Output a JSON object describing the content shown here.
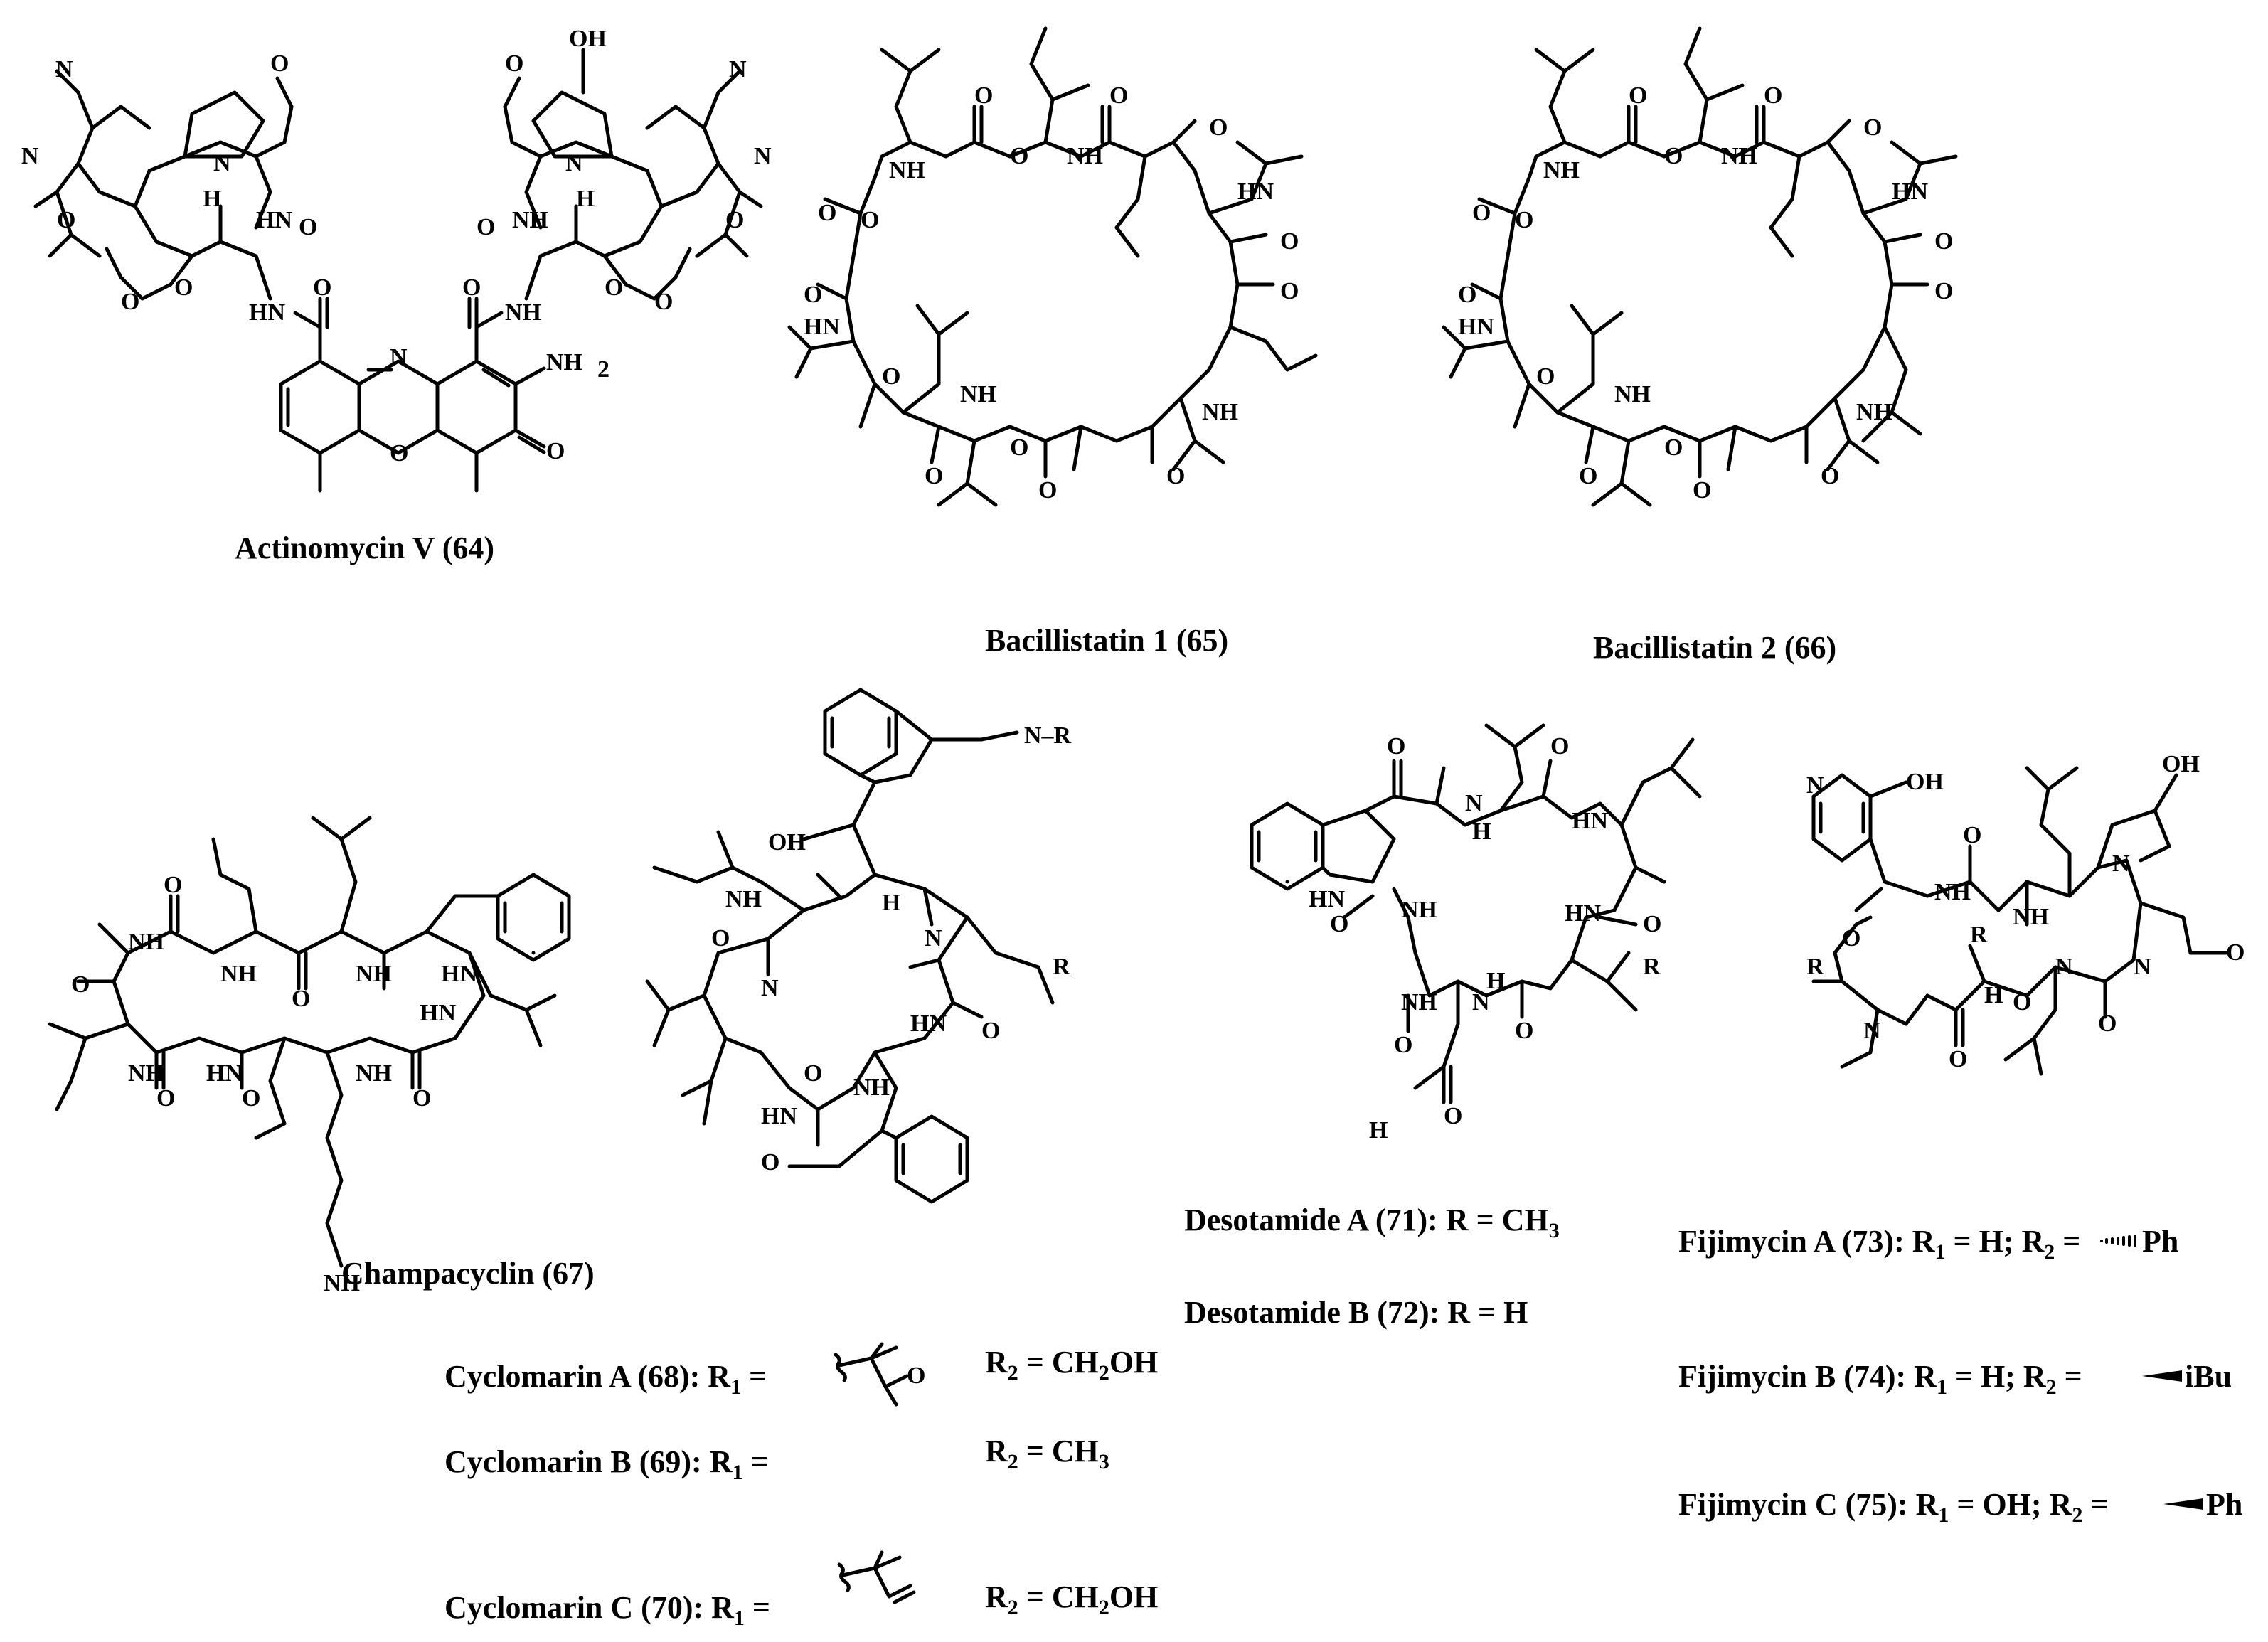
{
  "compounds": {
    "actinomycin_v": {
      "name": "Actinomycin V (64)"
    },
    "bacillistatin_1": {
      "name": "Bacillistatin 1 (65)"
    },
    "bacillistatin_2": {
      "name": "Bacillistatin 2 (66)"
    },
    "champacyclin": {
      "name": "Champacyclin (67)"
    },
    "cyclomarin_a": {
      "name": "Cyclomarin A (68): R",
      "r1_sub": "1",
      "r1_eq": " =",
      "r2_text": "R",
      "r2_sub": "2",
      "r2_eq": " = CH",
      "r2_sub2": "2",
      "r2_tail": "OH"
    },
    "cyclomarin_b": {
      "name": "Cyclomarin B (69): R",
      "r1_sub": "1",
      "r1_eq": " =",
      "r2_text": "R",
      "r2_sub": "2",
      "r2_eq": " = CH",
      "r2_sub2": "3"
    },
    "cyclomarin_c": {
      "name": "Cyclomarin C (70): R",
      "r1_sub": "1",
      "r1_eq": " =",
      "r2_text": "R",
      "r2_sub": "2",
      "r2_eq": " = CH",
      "r2_sub2": "2",
      "r2_tail": "OH"
    },
    "desotamide_a": {
      "name": "Desotamide A (71): R = CH",
      "sub": "3"
    },
    "desotamide_b": {
      "name": "Desotamide B (72): R = H"
    },
    "fijimycin_a": {
      "name": "Fijimycin A (73): R",
      "s1": "1",
      "mid": " = H; R",
      "s2": "2",
      "eq": " =",
      "group": "Ph"
    },
    "fijimycin_b": {
      "name": "Fijimycin B (74): R",
      "s1": "1",
      "mid": " = H; R",
      "s2": "2",
      "eq": " =",
      "group": "iBu"
    },
    "fijimycin_c": {
      "name": "Fijimycin C (75): R",
      "s1": "1",
      "mid": " = OH; R",
      "s2": "2",
      "eq": " =",
      "group": "Ph"
    }
  },
  "atom_labels": {
    "N": "N",
    "NH": "NH",
    "HN": "HN",
    "H": "H",
    "O": "O",
    "OH": "OH",
    "NH2": "NH",
    "sub2": "2",
    "H2N": "H",
    "N_1": "N–R",
    "R1": "R",
    "R2": "R",
    "R": "R",
    "s1": "1",
    "s2": "2"
  }
}
